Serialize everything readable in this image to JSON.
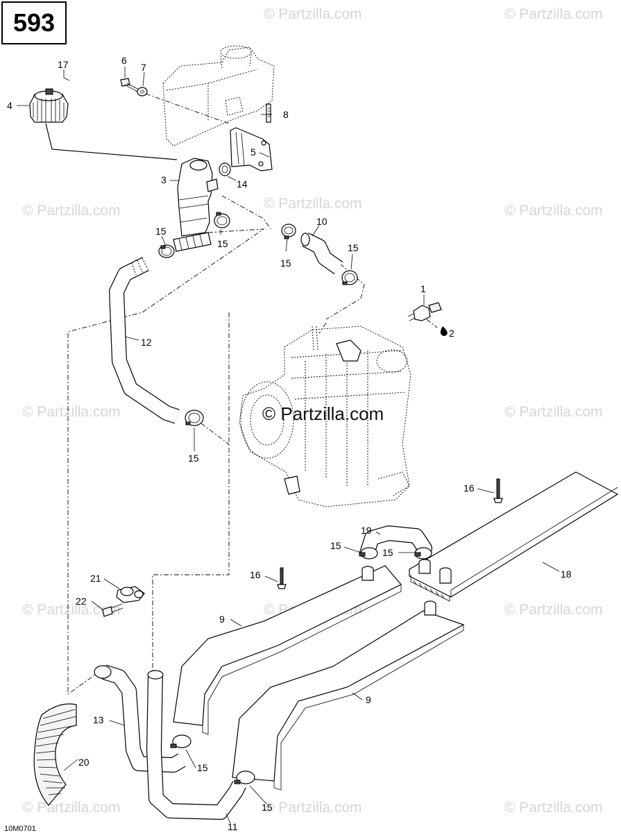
{
  "diagram": {
    "page_number": "593",
    "figure_code": "10M0701",
    "watermark": "© Partzilla.com",
    "center_watermark": "© Partzilla.com",
    "callouts": {
      "c1": "1",
      "c2": "2",
      "c3": "3",
      "c4": "4",
      "c5": "5",
      "c6": "6",
      "c7": "7",
      "c8": "8",
      "c9a": "9",
      "c9b": "9",
      "c10": "10",
      "c11": "11",
      "c12": "12",
      "c13": "13",
      "c14": "14",
      "c15a": "15",
      "c15b": "15",
      "c15c": "15",
      "c15d": "15",
      "c15e": "15",
      "c15f": "15",
      "c15g": "15",
      "c15h": "15",
      "c15i": "15",
      "c16a": "16",
      "c16b": "16",
      "c17": "17",
      "c18": "18",
      "c19": "19",
      "c20": "20",
      "c21": "21",
      "c22": "22"
    }
  }
}
